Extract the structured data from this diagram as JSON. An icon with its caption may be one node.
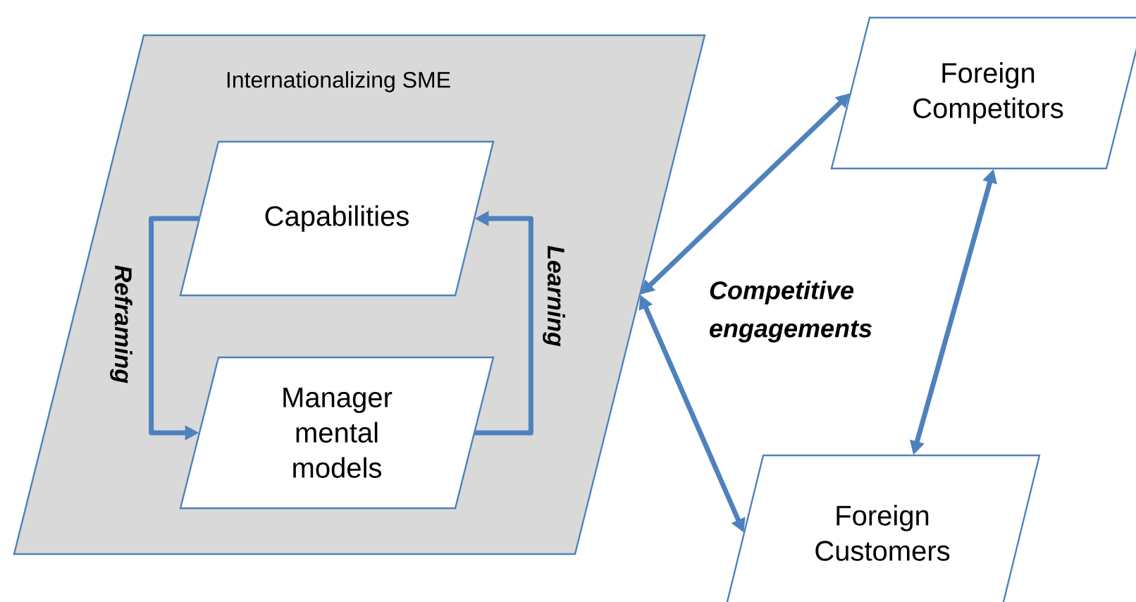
{
  "diagram": {
    "nodes": [
      {
        "text": [
          "Internationalizing SME"
        ]
      },
      {
        "text": [
          "Capabilities"
        ],
        "in": 0
      },
      {
        "text": [
          "Manager mental models"
        ],
        "in": 0
      },
      {
        "text": [
          "Foreign Competitors"
        ]
      },
      {
        "text": [
          "Foreign Customers"
        ]
      }
    ],
    "edges": [
      {
        "from": 1,
        "to": 2,
        "arrow": "to",
        "label": "Reframing"
      },
      {
        "from": 2,
        "to": 1,
        "arrow": "to",
        "label": "Learning"
      },
      {
        "from": 0,
        "to": 3,
        "arrow": "both"
      },
      {
        "from": 0,
        "to": 4,
        "arrow": "both"
      },
      {
        "from": 3,
        "to": 4,
        "arrow": "both"
      }
    ],
    "labels": [
      "Competitive engagements"
    ]
  }
}
